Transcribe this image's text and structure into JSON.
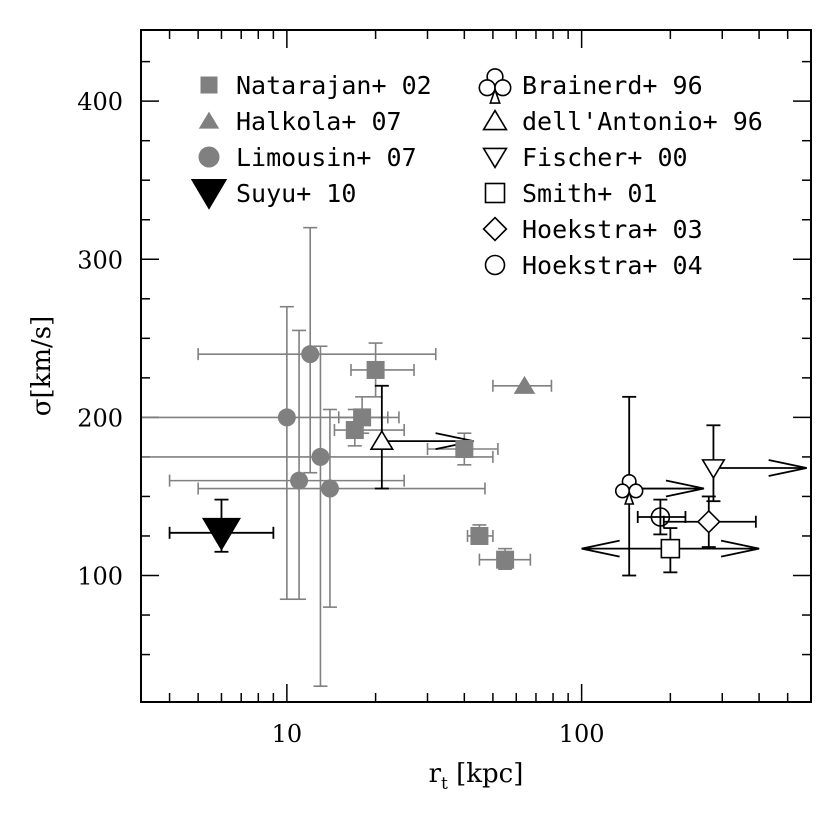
{
  "chart_data": {
    "type": "scatter",
    "xlabel": {
      "main": "r",
      "sub": "t",
      "rest": " [kpc]"
    },
    "ylabel": "σ[km/s]",
    "xscale": "log",
    "xlim": [
      3.2,
      600
    ],
    "ylim": [
      20,
      445
    ],
    "x_ticks": [
      10,
      100
    ],
    "x_tick_labels": [
      "10",
      "100"
    ],
    "y_ticks": [
      100,
      200,
      300,
      400
    ],
    "y_tick_labels": [
      "100",
      "200",
      "300",
      "400"
    ],
    "grid": false,
    "legend_position": "top",
    "colors": {
      "gray": "#808080",
      "black": "#000000"
    },
    "series": [
      {
        "name": "Natarajan+ 02",
        "marker": "square-filled",
        "color": "#808080",
        "points": [
          {
            "x": 20,
            "y": 230,
            "xerr": [
              16.5,
              27
            ],
            "yerr": [
              213,
              247
            ]
          },
          {
            "x": 18,
            "y": 200,
            "xerr": [
              15,
              22
            ],
            "yerr": [
              190,
              213
            ]
          },
          {
            "x": 17,
            "y": 192,
            "xerr": [
              14.5,
              25
            ],
            "yerr": [
              182,
              205
            ]
          },
          {
            "x": 40,
            "y": 180,
            "xerr": [
              30,
              52
            ],
            "yerr": [
              170,
              190
            ]
          },
          {
            "x": 45,
            "y": 125,
            "xerr": [
              41,
              50
            ],
            "yerr": [
              120,
              132
            ]
          },
          {
            "x": 55,
            "y": 110,
            "xerr": [
              45,
              67
            ],
            "yerr": [
              104,
              117
            ]
          }
        ]
      },
      {
        "name": "Halkola+ 07",
        "marker": "triangle-up-filled",
        "color": "#808080",
        "points": [
          {
            "x": 64,
            "y": 220,
            "xerr": [
              50,
              79
            ]
          }
        ]
      },
      {
        "name": "Limousin+ 07",
        "marker": "circle-filled",
        "color": "#808080",
        "points": [
          {
            "x": 12,
            "y": 240,
            "xerr": [
              5,
              32
            ],
            "yerr": [
              165,
              320
            ]
          },
          {
            "x": 10,
            "y": 200,
            "xerr": [
              3.2,
              24
            ],
            "yerr": [
              85,
              270
            ]
          },
          {
            "x": 13,
            "y": 175,
            "xerr": [
              3.2,
              50
            ],
            "yerr": [
              30,
              245
            ]
          },
          {
            "x": 11,
            "y": 160,
            "xerr": [
              4,
              25
            ],
            "yerr": [
              85,
              255
            ]
          },
          {
            "x": 14,
            "y": 155,
            "xerr": [
              5,
              47
            ],
            "yerr": [
              80,
              205
            ]
          }
        ]
      },
      {
        "name": "Suyu+ 10",
        "marker": "triangle-down-filled",
        "color": "#000000",
        "points": [
          {
            "x": 6,
            "y": 127,
            "xerr": [
              4,
              9
            ],
            "yerr": [
              115,
              148
            ]
          }
        ]
      },
      {
        "name": "Brainerd+ 96",
        "marker": "club-open",
        "color": "#000000",
        "points": [
          {
            "x": 145,
            "y": 155,
            "yerr": [
              100,
              213
            ],
            "lower_limit_x": 260
          }
        ]
      },
      {
        "name": "dell'Antonio+ 96",
        "marker": "triangle-up-open",
        "color": "#000000",
        "points": [
          {
            "x": 21,
            "y": 185,
            "yerr": [
              155,
              220
            ],
            "lower_limit_x": 43
          }
        ]
      },
      {
        "name": "Fischer+ 00",
        "marker": "triangle-down-open",
        "color": "#000000",
        "points": [
          {
            "x": 280,
            "y": 168,
            "yerr": [
              147,
              195
            ],
            "lower_limit_x": 580
          }
        ]
      },
      {
        "name": "Smith+ 01",
        "marker": "square-open",
        "color": "#000000",
        "points": [
          {
            "x": 200,
            "y": 117,
            "yerr": [
              102,
              130
            ],
            "xerr_arrows": [
              100,
              400
            ]
          }
        ]
      },
      {
        "name": "Hoekstra+ 03",
        "marker": "diamond-open",
        "color": "#000000",
        "points": [
          {
            "x": 270,
            "y": 134,
            "xerr": [
              190,
              390
            ],
            "yerr": [
              118,
              150
            ]
          }
        ]
      },
      {
        "name": "Hoekstra+ 04",
        "marker": "circle-open",
        "color": "#000000",
        "points": [
          {
            "x": 185,
            "y": 137,
            "xerr": [
              155,
              225
            ],
            "yerr": [
              126,
              148
            ]
          }
        ]
      }
    ]
  }
}
